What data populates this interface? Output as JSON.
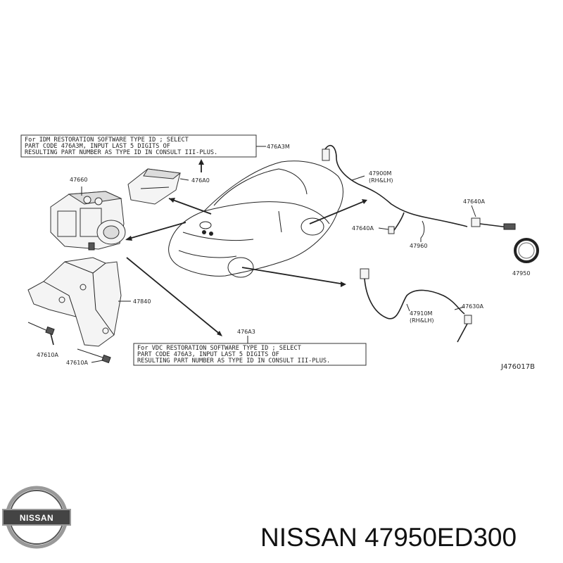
{
  "notes": {
    "top": {
      "line1": "For IDM RESTORATION SOFTWARE TYPE ID ; SELECT",
      "line2": "PART CODE 476A3M, INPUT LAST 5 DIGITS OF",
      "line3": "RESULTING PART NUMBER AS TYPE ID IN CONSULT III-PLUS.",
      "callout": "476A3M"
    },
    "bottom": {
      "line1": "For VDC RESTORATION SOFTWARE TYPE ID ; SELECT",
      "line2": "PART CODE 476A3, INPUT LAST 5 DIGITS OF",
      "line3": "RESULTING PART NUMBER AS TYPE ID IN CONSULT III-PLUS.",
      "callout": "476A3"
    }
  },
  "parts": {
    "p47660": "47660",
    "p476A0": "476A0",
    "p47840": "47840",
    "p47610A_1": "47610A",
    "p47610A_2": "47610A",
    "p47900M": "47900M",
    "p47900M_side": "(RH&LH)",
    "p47640A_right": "47640A",
    "p47640A_left": "47640A",
    "p47960": "47960",
    "p47950": "47950",
    "p47910M": "47910M",
    "p47910M_side": "(RH&LH)",
    "p47630A": "47630A"
  },
  "diagram_code": "J476017B",
  "footer": {
    "logo_text": "NISSAN",
    "caption": "NISSAN 47950ED300"
  }
}
